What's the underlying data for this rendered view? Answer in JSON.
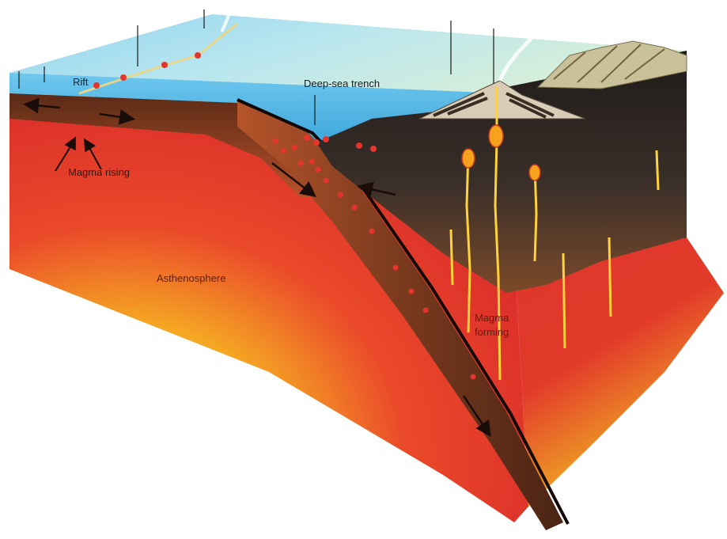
{
  "diagram": {
    "labels": {
      "rift": "Rift",
      "magma_rising": "Magma rising",
      "deep_sea_trench": "Deep-sea trench",
      "asthenosphere": "Asthenosphere",
      "magma_forming_line1": "Magma",
      "magma_forming_line2": "forming"
    }
  },
  "colors": {
    "ocean_surface": "#bfe4f2",
    "ocean_deep": "#4fb3df",
    "mantle_red": "#e8332a",
    "mantle_yellow": "#f6d21c",
    "plate_brown": "#7a3d1f",
    "continent_dark": "#2a2622",
    "earthquake_dot": "#e5342c"
  }
}
